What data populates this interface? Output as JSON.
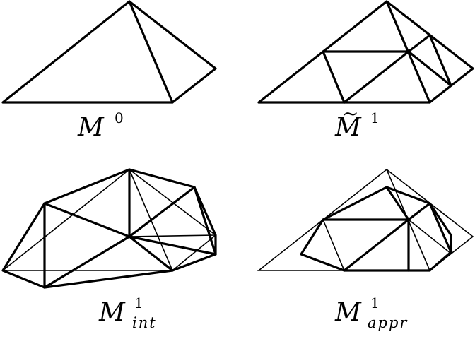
{
  "panels": {
    "m0": {
      "label_main": "M",
      "label_sup": "0"
    },
    "m1_tilde": {
      "label_main": "M",
      "label_tilde": "~",
      "label_sup": "1"
    },
    "m1_int": {
      "label_main": "M",
      "label_sup": "1",
      "label_sub": "int"
    },
    "m1_appr": {
      "label_main": "M",
      "label_sup": "1",
      "label_sub": "appr"
    }
  },
  "colors": {
    "stroke": "#000000",
    "background": "#ffffff"
  }
}
